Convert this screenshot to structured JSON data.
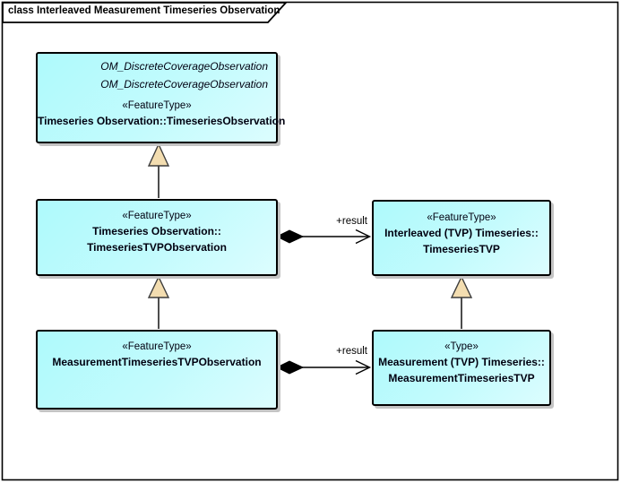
{
  "frame": {
    "title": "class Interleaved Measurement Timeseries Observation"
  },
  "boxes": {
    "timeseries_observation": {
      "parent1": "OM_DiscreteCoverageObservation",
      "parent2": "OM_DiscreteCoverageObservation",
      "stereotype": "«FeatureType»",
      "name1": "Timeseries Observation::TimeseriesObservation"
    },
    "timeseries_tvp_observation": {
      "stereotype": "«FeatureType»",
      "name1": "Timeseries Observation::",
      "name2": "TimeseriesTVPObservation"
    },
    "timeseries_tvp": {
      "stereotype": "«FeatureType»",
      "name1": "Interleaved (TVP) Timeseries::",
      "name2": "TimeseriesTVP"
    },
    "measurement_timeseries_tvp_observation": {
      "stereotype": "«FeatureType»",
      "name1": "MeasurementTimeseriesTVPObservation"
    },
    "measurement_timeseries_tvp": {
      "stereotype": "«Type»",
      "name1": "Measurement (TVP) Timeseries::",
      "name2": "MeasurementTimeseriesTVP"
    }
  },
  "connectors": {
    "result_top_label": "+result",
    "result_bottom_label": "+result"
  },
  "colors": {
    "class_fill": "#b5fafc",
    "class_border": "#000000",
    "generalization_triangle_fill": "#f3ddb0",
    "composition_diamond_fill": "#000000",
    "box_shadow": "#c4c4c4",
    "frame_background": "#ffffff",
    "text": "#000000"
  }
}
